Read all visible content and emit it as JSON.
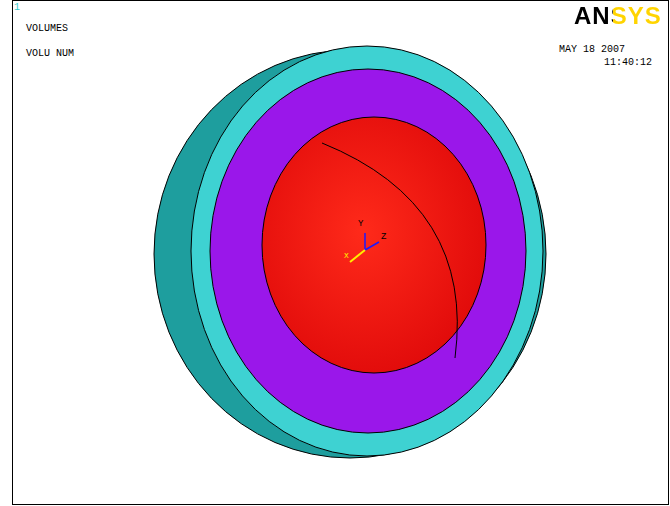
{
  "diagram": {
    "labels": [
      "1",
      "VOLUMES",
      "VOLU NUM",
      "ANSYS",
      "MAY 18 2007",
      "11:40:12",
      "Y",
      "Z",
      "X"
    ]
  }
}
